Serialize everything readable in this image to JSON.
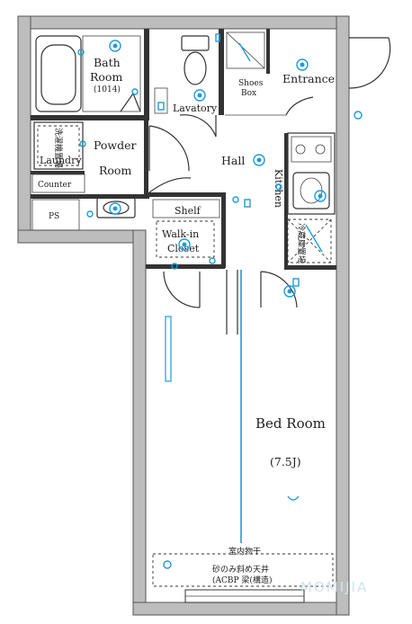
{
  "colors": {
    "wall": "#bdbdbd",
    "wall_edge": "#555555",
    "line": "#333333",
    "accent": "#1f9bd6",
    "background": "#ffffff",
    "watermark": "#cfe4ec"
  },
  "rooms": {
    "bath_1": "Bath",
    "bath_2": "Room",
    "bath_3": "(1014)",
    "powder_1": "Powder",
    "powder_2": "Room",
    "laundry": "Laundry",
    "counter": "Counter",
    "ps": "PS",
    "lavatory": "Lavatory",
    "shoes_1": "Shoes",
    "shoes_2": "Box",
    "entrance": "Entrance",
    "hall": "Hall",
    "kitchen": "Kitchen",
    "shelf": "Shelf",
    "walkin_1": "Walk-in",
    "walkin_2": "Closet",
    "bedroom_1": "Bed Room",
    "bedroom_2": "(7.5J)",
    "note_1": "室内物干",
    "note_2": "砂のみ斜め天井",
    "note_3": "(ACBP 梁(構造)",
    "laundry_pan": "洗濯機置場",
    "refrigerator": "冷蔵庫置場",
    "watermark": "MOMIJIA"
  },
  "icons": [
    "outlet-icon",
    "light-icon",
    "switch-icon",
    "sink-icon",
    "toilet-icon",
    "bathtub-icon",
    "stove-icon",
    "door-swing-icon",
    "sliding-door-icon",
    "window-icon"
  ]
}
